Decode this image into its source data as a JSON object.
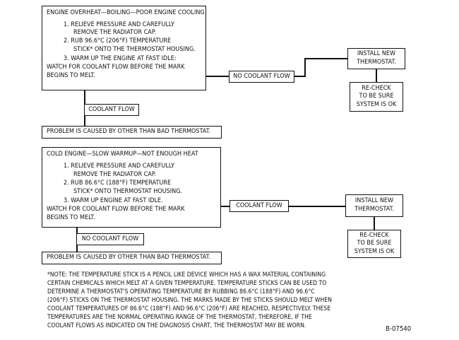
{
  "section1": {
    "title": "ENGINE OVERHEAT—BOILING—POOR ENGINE COOLING",
    "steps": [
      "1.  RELIEVE PRESSURE AND CAREFULLY",
      "REMOVE THE RADIATOR CAP.",
      "2.  RUB 96.6°C (206°F) TEMPERATURE",
      "STICK* ONTO THE THERMOSTAT HOUSING.",
      "3.  WARM UP THE ENGINE AT FAST IDLE:",
      "WATCH FOR COOLANT FLOW BEFORE THE MARK",
      "BEGINS TO MELT."
    ],
    "branch_right": "NO COOLANT FLOW",
    "action": [
      "INSTALL NEW",
      "THERMOSTAT."
    ],
    "recheck": [
      "RE-CHECK",
      "TO BE SURE",
      "SYSTEM IS OK"
    ],
    "branch_down": "COOLANT FLOW",
    "result": "PROBLEM IS CAUSED BY OTHER THAN BAD THERMOSTAT."
  },
  "section2": {
    "title": "COLD ENGINE—SLOW WARMUP—NOT ENOUGH HEAT",
    "steps": [
      "1.  RELIEVE PRESSURE AND CAREFULLY",
      "REMOVE THE RADIATOR CAP.",
      "2.  RUB 86.6°C (188°F) TEMPERATURE",
      "STICK* ONTO THERMOSTAT HOUSING.",
      "3.  WARM UP ENGINE AT FAST IDLE.",
      "WATCH FOR COOLANT FLOW BEFORE THE MARK",
      "BEGINS TO MELT."
    ],
    "branch_right": "COOLANT FLOW",
    "action": [
      "INSTALL NEW",
      "THERMOSTAT."
    ],
    "recheck": [
      "RE-CHECK",
      "TO BE SURE",
      "SYSTEM IS OK"
    ],
    "branch_down": "NO COOLANT FLOW",
    "result": "PROBLEM IS CAUSED BY OTHER THAN BAD THERMOSTAT."
  },
  "note": [
    "*NOTE: THE TEMPERATURE STICK IS A PENCIL LIKE DEVICE WHICH HAS A WAX MATERIAL CONTAINING",
    "CERTAIN CHEMICALS WHICH MELT AT A GIVEN TEMPERATURE. TEMPERATURE STICKS CAN BE USED TO",
    "DETERMINE A THERMOSTAT'S OPERATING TEMPERATURE BY RUBBING 86.6°C (188°F) AND 96.6°C",
    "(206°F) STICKS ON THE THERMOSTAT HOUSING. THE MARKS MADE BY THE STICKS SHOULD MELT WHEN",
    "COOLANT TEMPERATURES OF 86.6°C (188°F) AND 96.6°C (206°F) ARE REACHED, RESPECTIVELY. THESE",
    "TEMPERATURES ARE THE NORMAL OPERATING RANGE OF THE THERMOSTAT, THEREFORE, IF THE",
    "COOLANT FLOWS AS INDICATED ON THE DIAGNOSIS CHART, THE THERMOSTAT MAY BE WORN."
  ],
  "figure_id": "B-07540"
}
